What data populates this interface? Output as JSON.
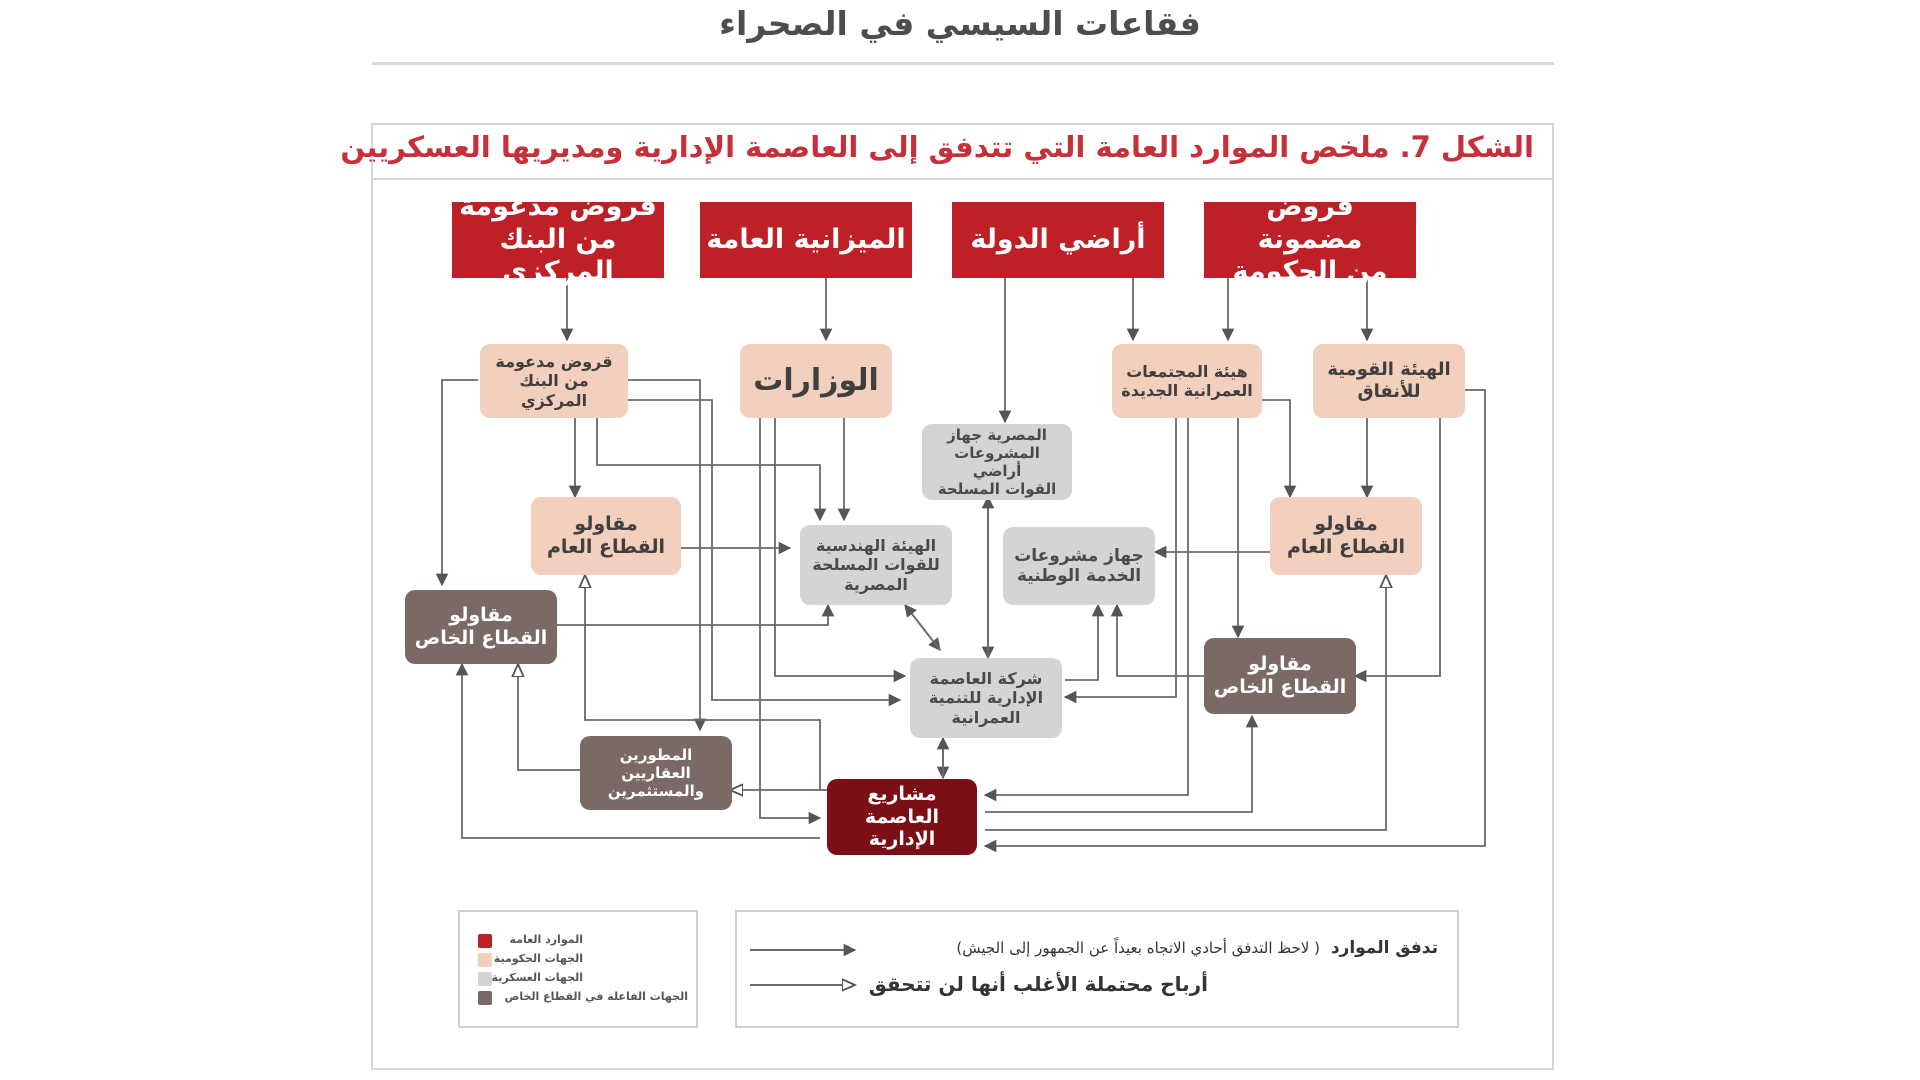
{
  "header": {
    "page_title": "فقاعات السيسي في الصحراء",
    "figure_title": "الشكل 7. ملخص الموارد العامة التي تتدفق إلى العاصمة الإدارية ومديريها العسكريين"
  },
  "resources": {
    "cbe_loans": "قروض مدعومة\nمن البنك المركزي",
    "public_budget": "الميزانية العامة",
    "state_land": "أراضي الدولة",
    "gov_loans": "قروض مضمونة\nمن الحكومة"
  },
  "government": {
    "cbe_loans": "قروض مدعومة\nمن البنك المركزي",
    "ministries": "الوزارات",
    "nuca": "هيئة المجتمعات\nالعمرانية الجديدة",
    "tunnels": "الهيئة القومية\nللأنفاق",
    "public_contractors_left": "مقاولو\nالقطاع العام",
    "public_contractors_right": "مقاولو\nالقطاع العام"
  },
  "military": {
    "afleo": "المصرية جهاز\nالمشروعات أراضي\nالقوات المسلحة",
    "eaaf": "الهيئة الهندسية\nللقوات المسلحة\nالمصرية",
    "nsp": "جهاز مشروعات\nالخدمة الوطنية",
    "acud": "شركة العاصمة\nالإدارية للتنمية\nالعمرانية"
  },
  "private": {
    "private_contractors_left": "مقاولو\nالقطاع الخاص",
    "private_contractors_right": "مقاولو\nالقطاع الخاص",
    "developers": "المطورين العقاريين\nوالمستثمرين"
  },
  "projects": {
    "label": "مشاريع\nالعاصمة الإدارية"
  },
  "legend": {
    "items": [
      {
        "label": "الموارد العامة",
        "color": "#be2027"
      },
      {
        "label": "الجهات الحكومية",
        "color": "#f3cfbd"
      },
      {
        "label": "الجهات العسكرية",
        "color": "#d4d4d4"
      },
      {
        "label": "الجهات الفاعلة في القطاع الخاص",
        "color": "#7b6965"
      }
    ]
  },
  "flow_legend": {
    "resource_flow_bold": "تدفق الموارد",
    "resource_flow_note": "( لاحظ التدفق أحادي الاتجاه بعيداً عن الجمهور إلى الجيش)",
    "potential_profits": "أرباح محتملة الأغلب أنها لن تتحقق"
  }
}
